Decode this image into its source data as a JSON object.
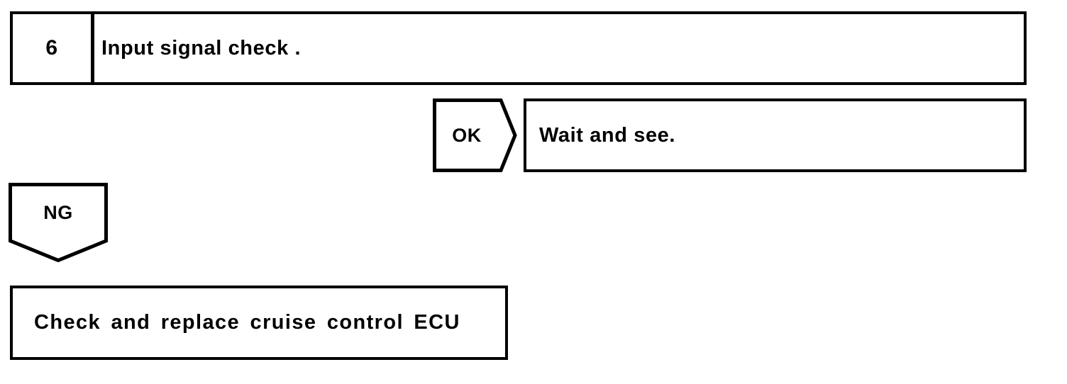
{
  "diagram": {
    "type": "troubleshooting-flowchart",
    "stroke_color": "#000000",
    "background_color": "#ffffff",
    "step": {
      "number": "6",
      "text": "Input signal check ."
    },
    "branches": [
      {
        "label": "OK",
        "shape": "pentagon-right",
        "result": "Wait and see."
      },
      {
        "label": "NG",
        "shape": "pentagon-down",
        "result": "Check and replace cruise control ECU"
      }
    ],
    "result_ok": {
      "text": "Wait and see."
    },
    "result_ng": {
      "text": "Check and replace cruise control ECU"
    }
  }
}
